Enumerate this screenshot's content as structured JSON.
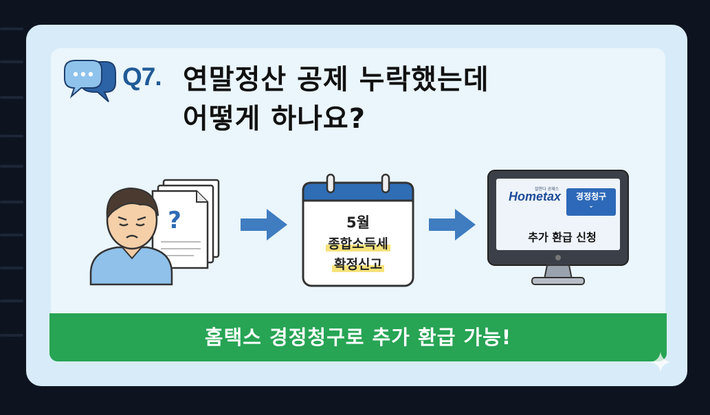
{
  "backdrop": {
    "top_text": "",
    "bottom_left_text": "",
    "bottom_right_text": ""
  },
  "card": {
    "question_number": "Q7.",
    "title_line1": "연말정산 공제 누락했는데",
    "title_line2": "어떻게 하나요?",
    "document_mark": "?",
    "calendar": {
      "month": "5월",
      "line1": "종합소득세",
      "line2": "확정신고"
    },
    "monitor": {
      "logo_subtitle": "잘한다 공재스",
      "logo_name": "Hometax",
      "button_label": "경정청구",
      "button_chevron": "⌄",
      "caption": "추가 환급 신청"
    },
    "banner_text": "홈택스 경정청구로 추가 환급 가능!"
  },
  "colors": {
    "card_bg": "#d7ecf8",
    "accent_blue": "#1f5a96",
    "banner_green": "#27a454",
    "highlight_yellow": "#f6e27a"
  }
}
